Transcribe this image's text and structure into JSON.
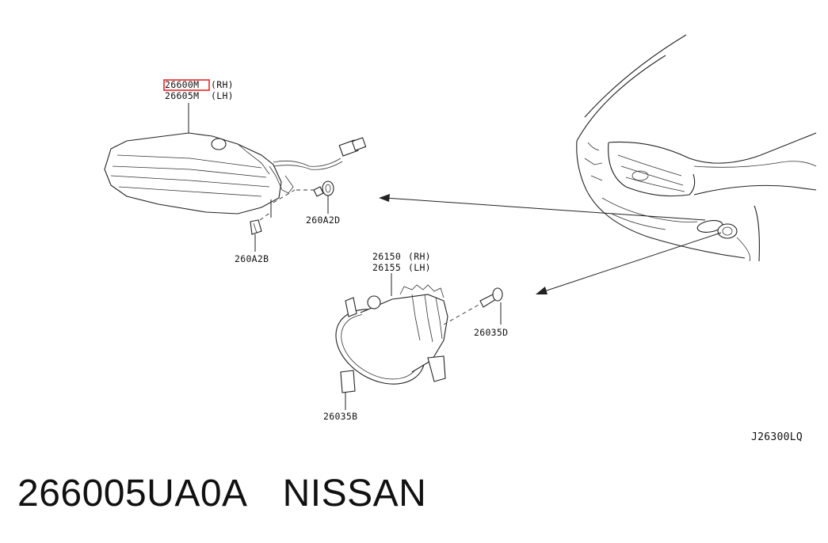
{
  "diagram_code": "J26300LQ",
  "callouts": {
    "headlamp_rh": "26600M",
    "headlamp_rh_side": "(RH)",
    "headlamp_lh": "26605M",
    "headlamp_lh_side": "(LH)",
    "bolt_a": "260A2D",
    "clip_a": "260A2B",
    "foglamp_rh": "26150",
    "foglamp_rh_side": "(RH)",
    "foglamp_lh": "26155",
    "foglamp_lh_side": "(LH)",
    "bolt_b": "26035D",
    "bracket_b": "26035B"
  },
  "footer": {
    "part_number": "266005UA0A",
    "brand": "NISSAN"
  },
  "colors": {
    "highlight": "#e8262b",
    "ink": "#111111"
  }
}
